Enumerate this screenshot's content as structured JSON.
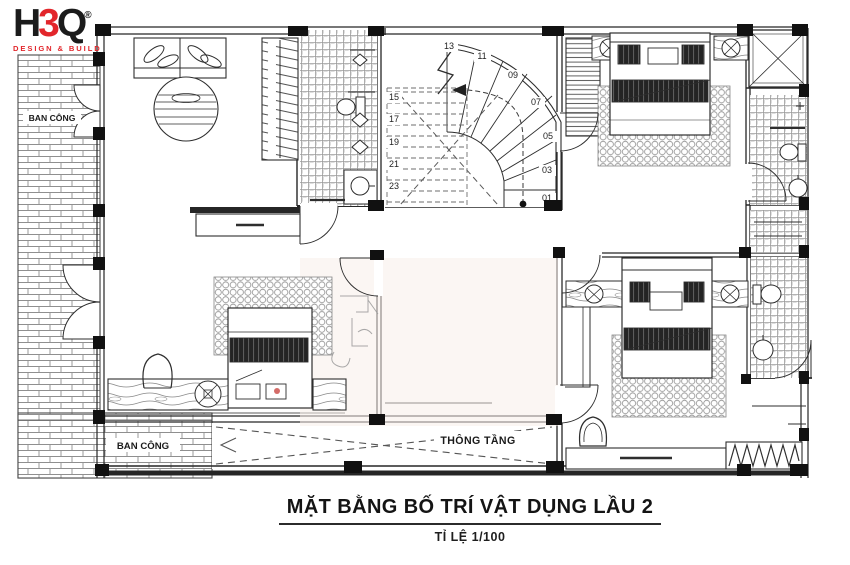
{
  "logo": {
    "word_h": "H",
    "word_3": "3",
    "word_q": "Q",
    "registered": "®",
    "tagline": "DESIGN & BUILD",
    "accent_color": "#e2262b"
  },
  "labels": {
    "balcony_top": "BAN CÔNG",
    "balcony_bottom": "BAN CÔNG",
    "void": "THÔNG TẦNG"
  },
  "stairs": {
    "numbers": [
      "01",
      "03",
      "05",
      "07",
      "09",
      "11",
      "13",
      "15",
      "17",
      "19",
      "21",
      "23"
    ]
  },
  "title": {
    "main": "MẶT BẰNG BỐ TRÍ VẬT DỤNG LẦU 2",
    "scale": "TỈ LỆ 1/100"
  },
  "colors": {
    "accent_red": "#e2262b",
    "line": "#222222",
    "pattern_gray": "#9a9a9a"
  }
}
